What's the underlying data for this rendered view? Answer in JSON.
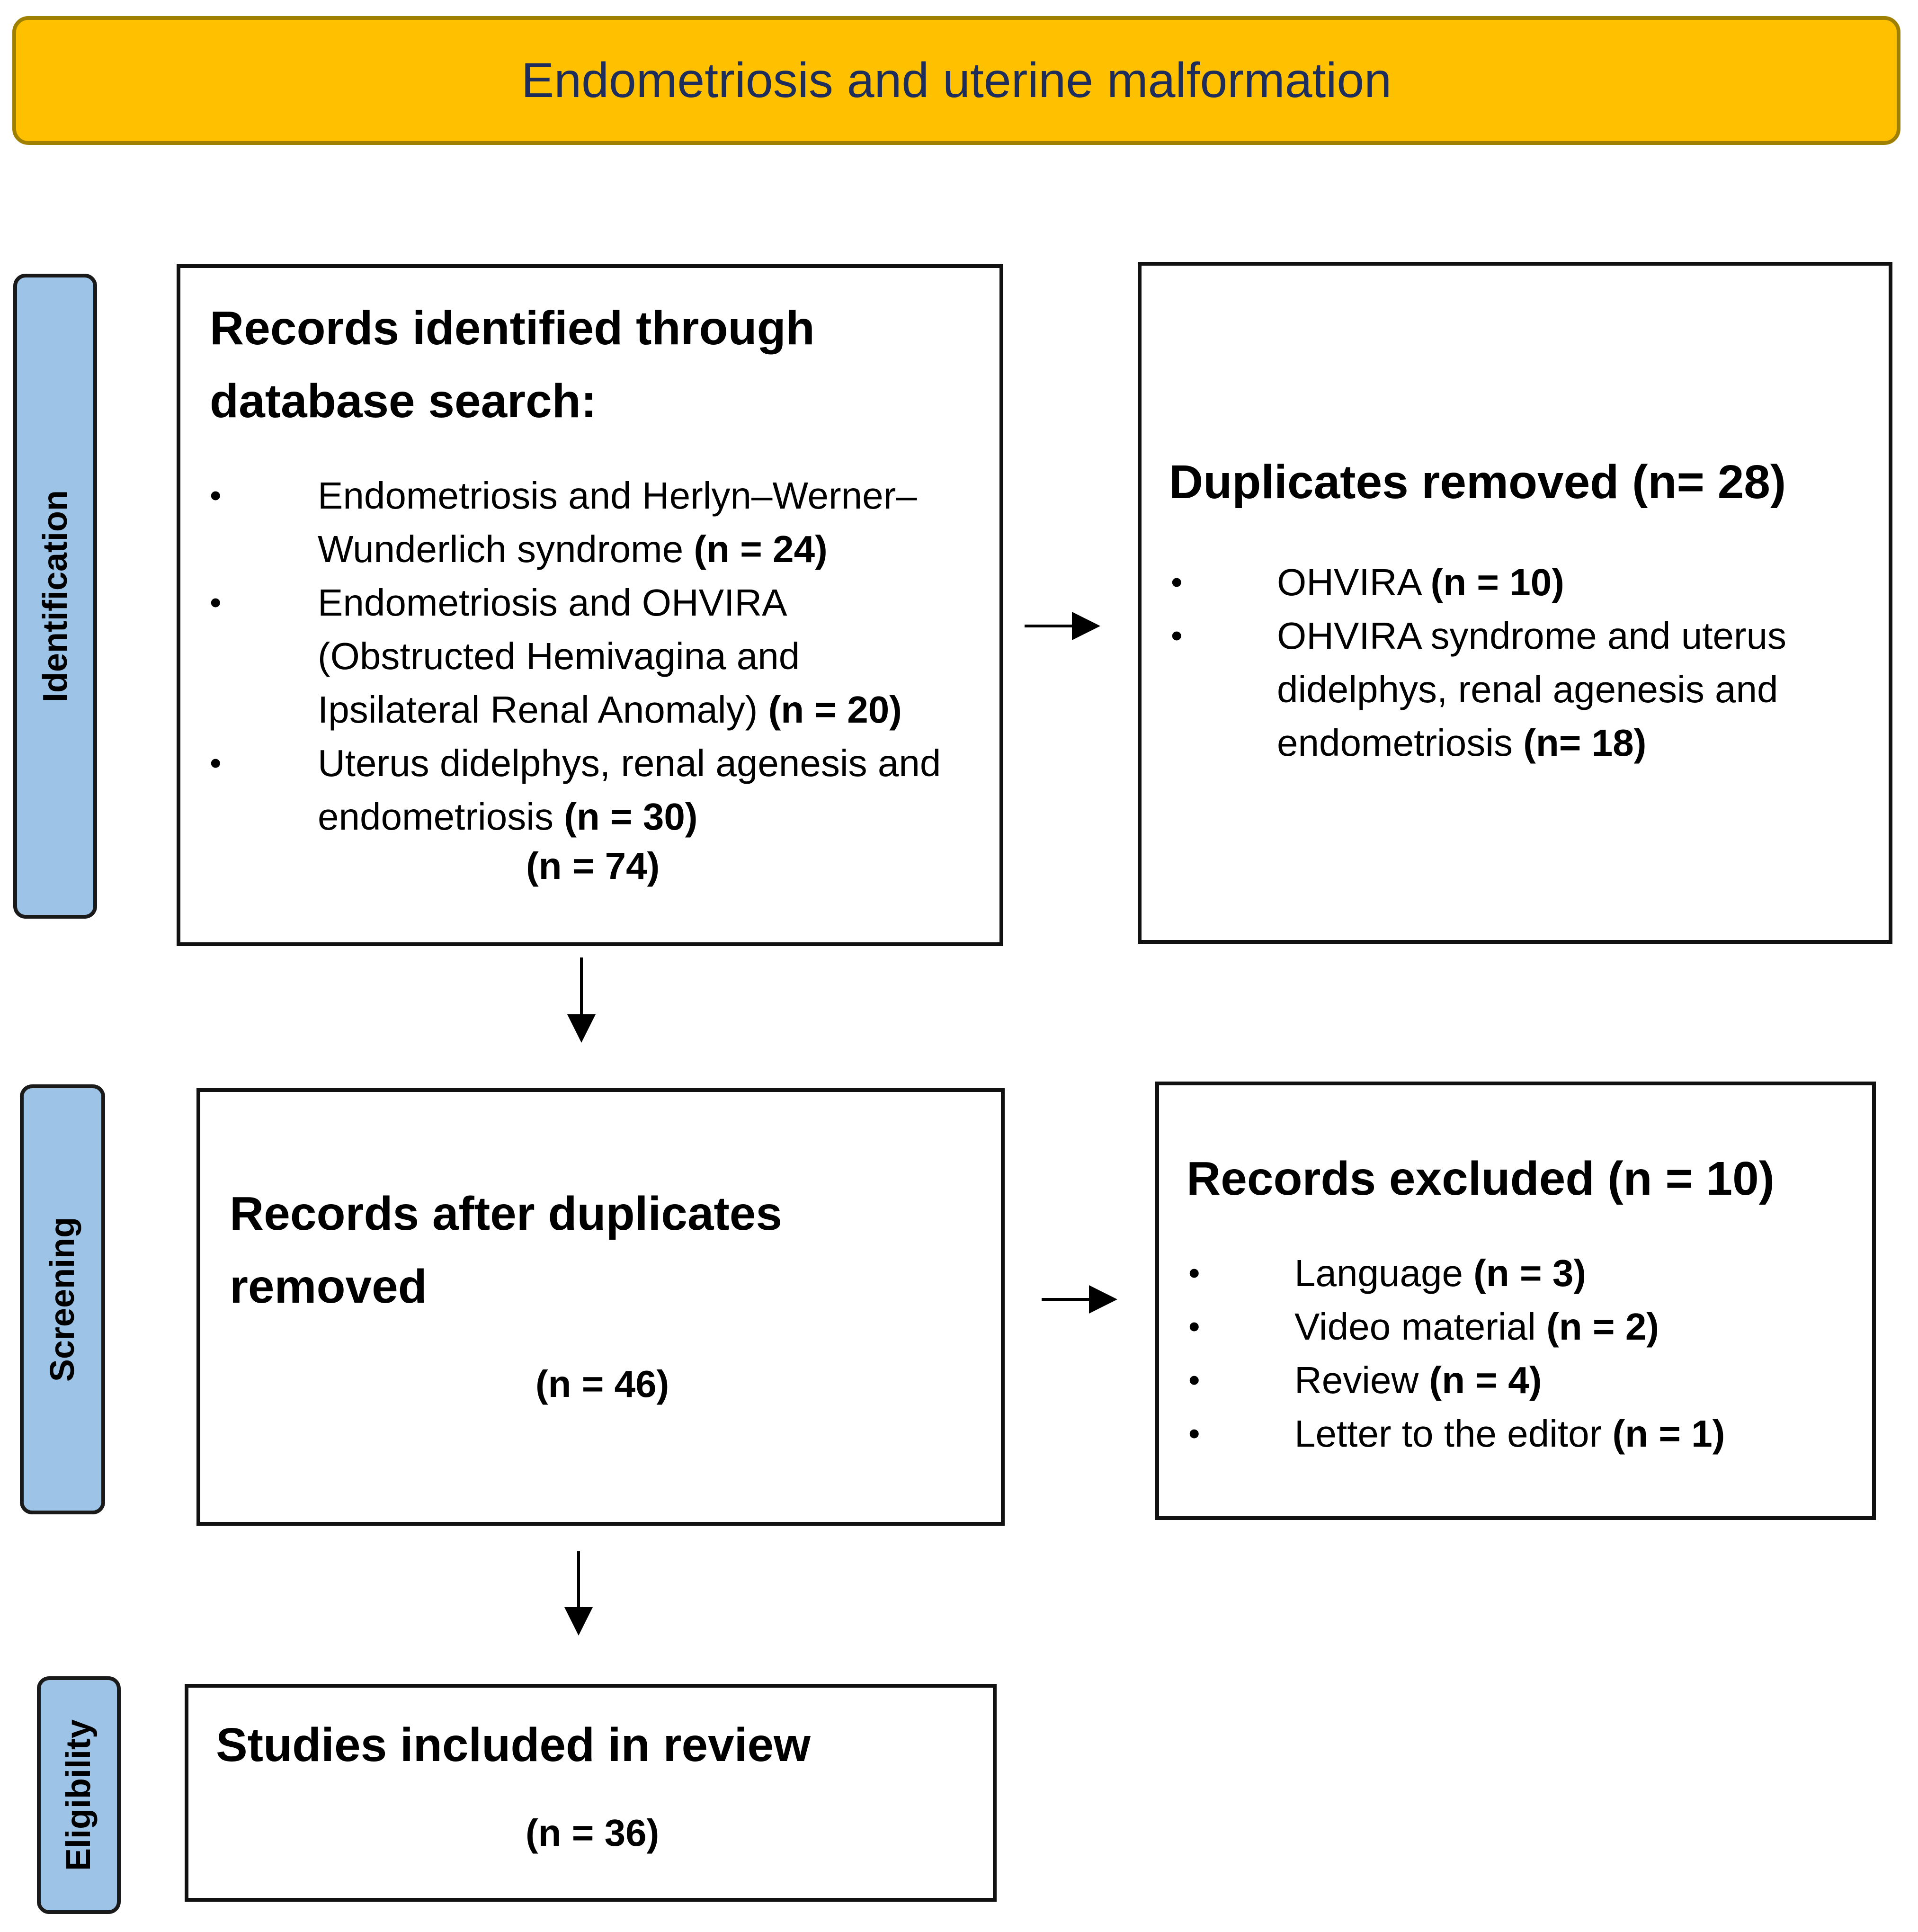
{
  "header": {
    "title": "Endometriosis and uterine malformation"
  },
  "stages": {
    "identification": "Identification",
    "screening": "Screening",
    "eligibility": "Eligibility"
  },
  "identified": {
    "title_line1": "Records identified through",
    "title_line2": "database search:",
    "items": [
      {
        "line1": "Endometriosis and Herlyn–Werner–",
        "line2": "Wunderlich syndrome",
        "count": "(n = 24)"
      },
      {
        "line1": "Endometriosis and OHVIRA",
        "line2": "(Obstructed Hemivagina and",
        "line3": "Ipsilateral Renal Anomaly)",
        "count": "(n = 20)"
      },
      {
        "line1": "Uterus didelphys, renal agenesis and",
        "line2": "endometriosis",
        "count": "(n = 30)"
      }
    ],
    "total": "(n = 74)"
  },
  "duplicates": {
    "title": "Duplicates removed (n= 28)",
    "items": [
      {
        "line1": "OHVIRA",
        "count": "(n = 10)"
      },
      {
        "line1": "OHVIRA syndrome and uterus",
        "line2": "didelphys, renal agenesis and",
        "line3": "endometriosis",
        "count": "(n= 18)"
      }
    ]
  },
  "after_duplicates": {
    "title_line1": "Records after duplicates",
    "title_line2": "removed",
    "count": "(n = 46)"
  },
  "excluded": {
    "title": "Records excluded (n = 10)",
    "items": [
      {
        "label": "Language",
        "count": "(n = 3)"
      },
      {
        "label": "Video material",
        "count": "(n = 2)"
      },
      {
        "label": "Review",
        "count": "(n = 4)"
      },
      {
        "label": "Letter to the editor",
        "count": "(n = 1)"
      }
    ]
  },
  "included": {
    "title": "Studies included in review",
    "count": "(n = 36)"
  },
  "bullet_char": "•"
}
